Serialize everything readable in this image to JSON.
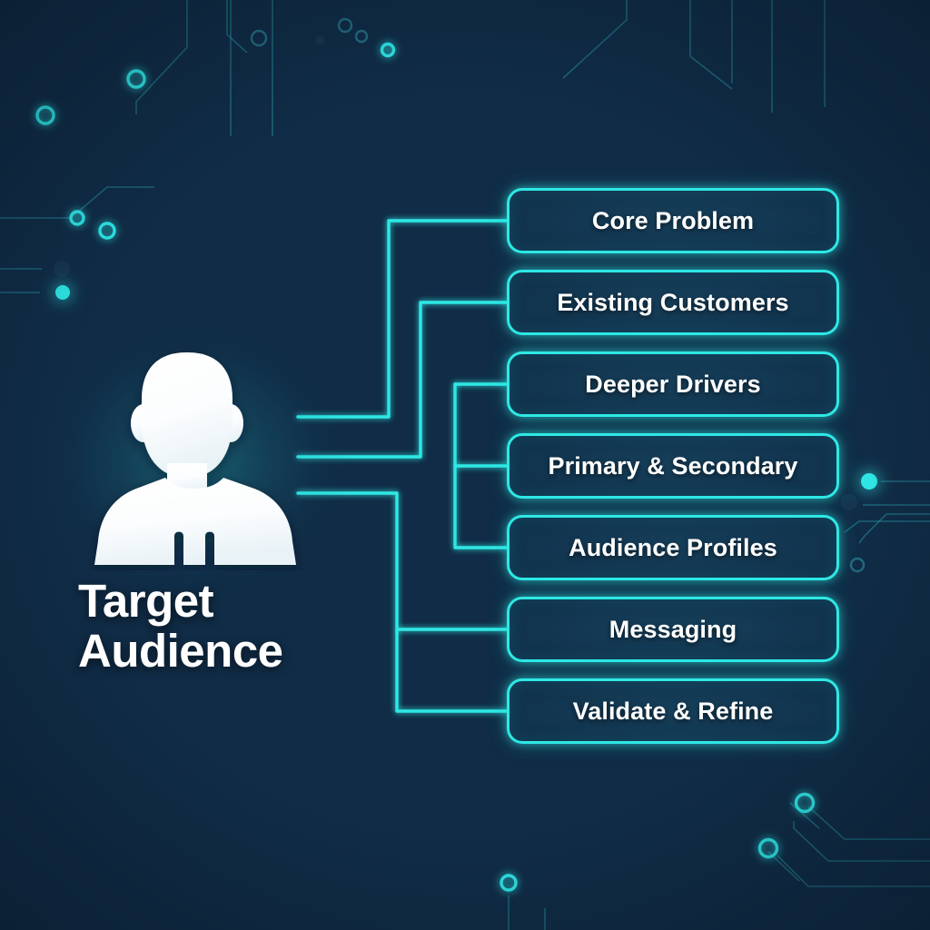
{
  "theme": {
    "background_color": "#102c46",
    "accent_color": "#2ee8e4",
    "box_fill_color": "#0e2a40",
    "text_color": "#ffffff"
  },
  "hero": {
    "icon": "person-silhouette-icon",
    "title_line_1": "Target",
    "title_line_2": "Audience"
  },
  "nodes": [
    {
      "label": "Core Problem"
    },
    {
      "label": "Existing Customers"
    },
    {
      "label": "Deeper Drivers"
    },
    {
      "label": "Primary & Secondary"
    },
    {
      "label": "Audience Profiles"
    },
    {
      "label": "Messaging"
    },
    {
      "label": "Validate & Refine"
    }
  ],
  "decorations": {
    "circuit_trace_count": 14,
    "node_dot_count": 11
  }
}
